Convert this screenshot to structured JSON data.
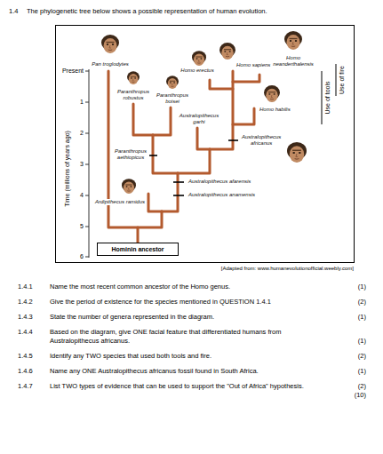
{
  "diagram": {
    "nodes": [
      {
        "text": [
          "Hominin ancestor"
        ]
      }
    ],
    "labels": [
      "1.4",
      "The phylogenetic tree below shows a possible representation of human evolution.",
      "Present",
      "1",
      "2",
      "3",
      "4",
      "5",
      "6",
      "Time (millions of years ago)",
      "Pan troglodytes",
      "Homo sapiens",
      "Homo neanderthalensis",
      "Homo erectus",
      "Paranthropus robustus",
      "Paranthropus boisei",
      "Homo habilis",
      "Australopithecus garhi",
      "Australopithecus africanus",
      "Paranthropus aethiopicus",
      "Australopithecus afarensis",
      "Australopithecus anamensis",
      "Ardipithecus ramidus",
      "Use of tools",
      "Use of fire",
      "[Adapted from: www.humanevolutionofficial.weebly.com]",
      "1.4.1",
      "Name the most recent common ancestor of the Homo genus.",
      "(1)",
      "1.4.2",
      "Give the period of existence for the species mentioned in QUESTION 1.4.1",
      "(2)",
      "1.4.3",
      "State the number of genera represented in the diagram.",
      "(1)",
      "1.4.4",
      "Based on the diagram, give ONE facial feature that differentiated humans from Australopithecus africanus.",
      "(1)",
      "1.4.5",
      "Identify any TWO species that used both tools and fire.",
      "(2)",
      "1.4.6",
      "Name any ONE Australopithecus africanus fossil found in South Africa.",
      "(1)",
      "1.4.7",
      "List TWO types of evidence that can be used to support the \"Out of Africa\" hypothesis.",
      "(2)",
      "(10)"
    ]
  }
}
